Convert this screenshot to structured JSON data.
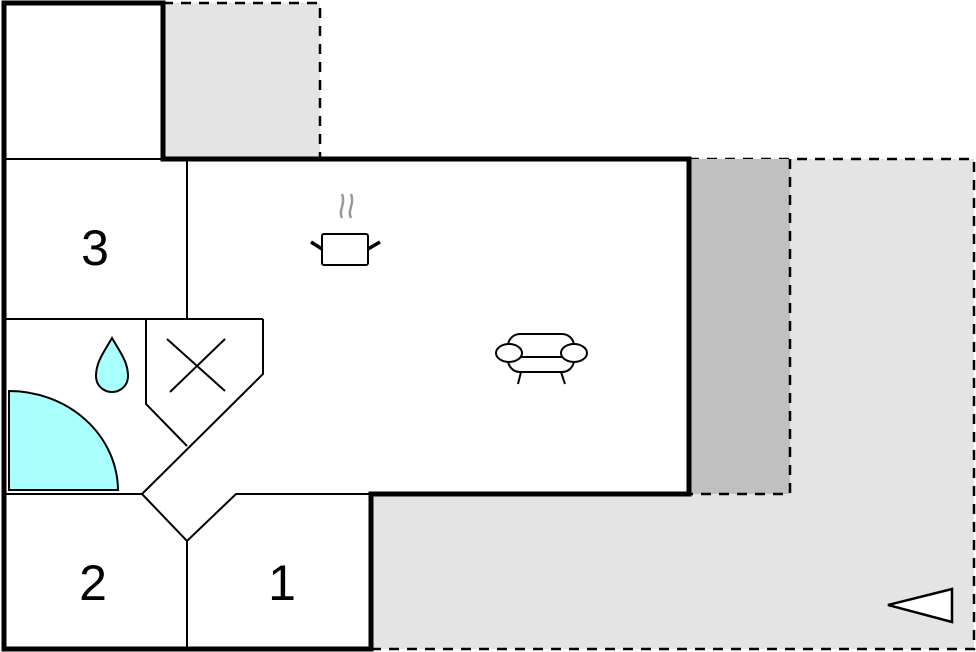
{
  "diagram": {
    "type": "floor-plan",
    "colors": {
      "terrace": "#e4e4e4",
      "covered_terrace": "#c0c0c0",
      "water": "#aaffff",
      "wall": "#000000",
      "steam": "#999999"
    },
    "rooms": [
      {
        "id": "bedroom-3",
        "label": "3"
      },
      {
        "id": "bedroom-2",
        "label": "2"
      },
      {
        "id": "bedroom-1",
        "label": "1"
      }
    ],
    "icons": [
      {
        "name": "kitchen-pot-icon",
        "meaning": "kitchen"
      },
      {
        "name": "sofa-icon",
        "meaning": "living room"
      },
      {
        "name": "water-drop-icon",
        "meaning": "bathroom"
      },
      {
        "name": "shower-icon",
        "meaning": "shower"
      },
      {
        "name": "cross-icon",
        "meaning": "toilet / wc"
      },
      {
        "name": "north-arrow-icon",
        "meaning": "orientation"
      }
    ]
  }
}
